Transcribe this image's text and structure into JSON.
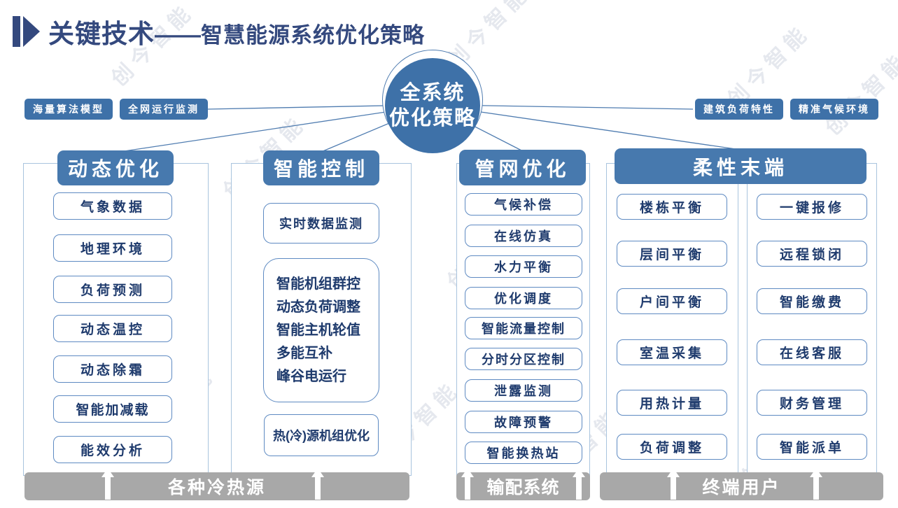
{
  "title": {
    "main": "关键技术",
    "dash": "——",
    "sub": "智慧能源系统优化策略"
  },
  "center_node": {
    "line1": "全系统",
    "line2": "优化策略"
  },
  "left_badges": [
    "海量算法模型",
    "全网运行监测"
  ],
  "right_badges": [
    "建筑负荷特性",
    "精准气候环境"
  ],
  "columns": [
    {
      "header": "动态优化",
      "items": [
        "气象数据",
        "地理环境",
        "负荷预测",
        "动态温控",
        "动态除霜",
        "智能加减载",
        "能效分析"
      ]
    },
    {
      "header": "智能控制",
      "top_item": "实时数据监测",
      "group_items": [
        "智能机组群控",
        "动态负荷调整",
        "智能主机轮值",
        "多能互补",
        "峰谷电运行"
      ],
      "bottom_item": "热(冷)源机组优化"
    },
    {
      "header": "管网优化",
      "items": [
        "气候补偿",
        "在线仿真",
        "水力平衡",
        "优化调度",
        "智能流量控制",
        "分时分区控制",
        "泄露监测",
        "故障预警",
        "智能换热站"
      ]
    },
    {
      "header": "柔性末端",
      "left_items": [
        "楼栋平衡",
        "层间平衡",
        "户间平衡",
        "室温采集",
        "用热计量",
        "负荷调整"
      ],
      "right_items": [
        "一键报修",
        "远程锁闭",
        "智能缴费",
        "在线客服",
        "财务管理",
        "智能派单"
      ]
    }
  ],
  "bottom_bars": [
    {
      "label": "各种冷热源"
    },
    {
      "label": "输配系统"
    },
    {
      "label": "终端用户"
    }
  ],
  "watermark": "创今智能",
  "colors": {
    "title_navy": "#34497e",
    "node_blue": "#3e71a8",
    "header_blue": "#4779ae",
    "item_border": "#5e8ac2",
    "item_text": "#1f3b6d",
    "panel_border": "#a9c4de",
    "bar_gray": "#a8a8a8"
  }
}
